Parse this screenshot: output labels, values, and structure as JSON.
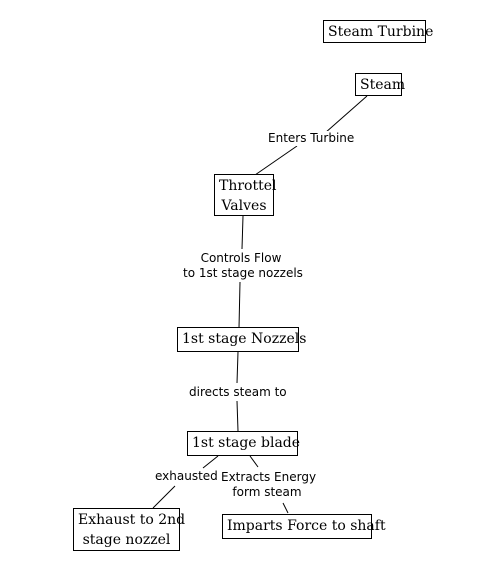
{
  "diagram": {
    "title": "Steam Turbine",
    "nodes": {
      "steam": "Steam",
      "throttle_line1": "Throttel",
      "throttle_line2": "Valves",
      "nozzles": "1st stage Nozzels",
      "blade": "1st stage blade",
      "exhaust_line1": "Exhaust to 2nd",
      "exhaust_line2": "stage nozzel",
      "force": "Imparts Force to shaft"
    },
    "edges": {
      "enters": "Enters Turbine",
      "controls_line1": "Controls Flow",
      "controls_line2": "to 1st stage nozzels",
      "directs": "directs steam to",
      "exhausted": "exhausted",
      "extracts_line1": "Extracts Energy",
      "extracts_line2": "form steam"
    }
  }
}
